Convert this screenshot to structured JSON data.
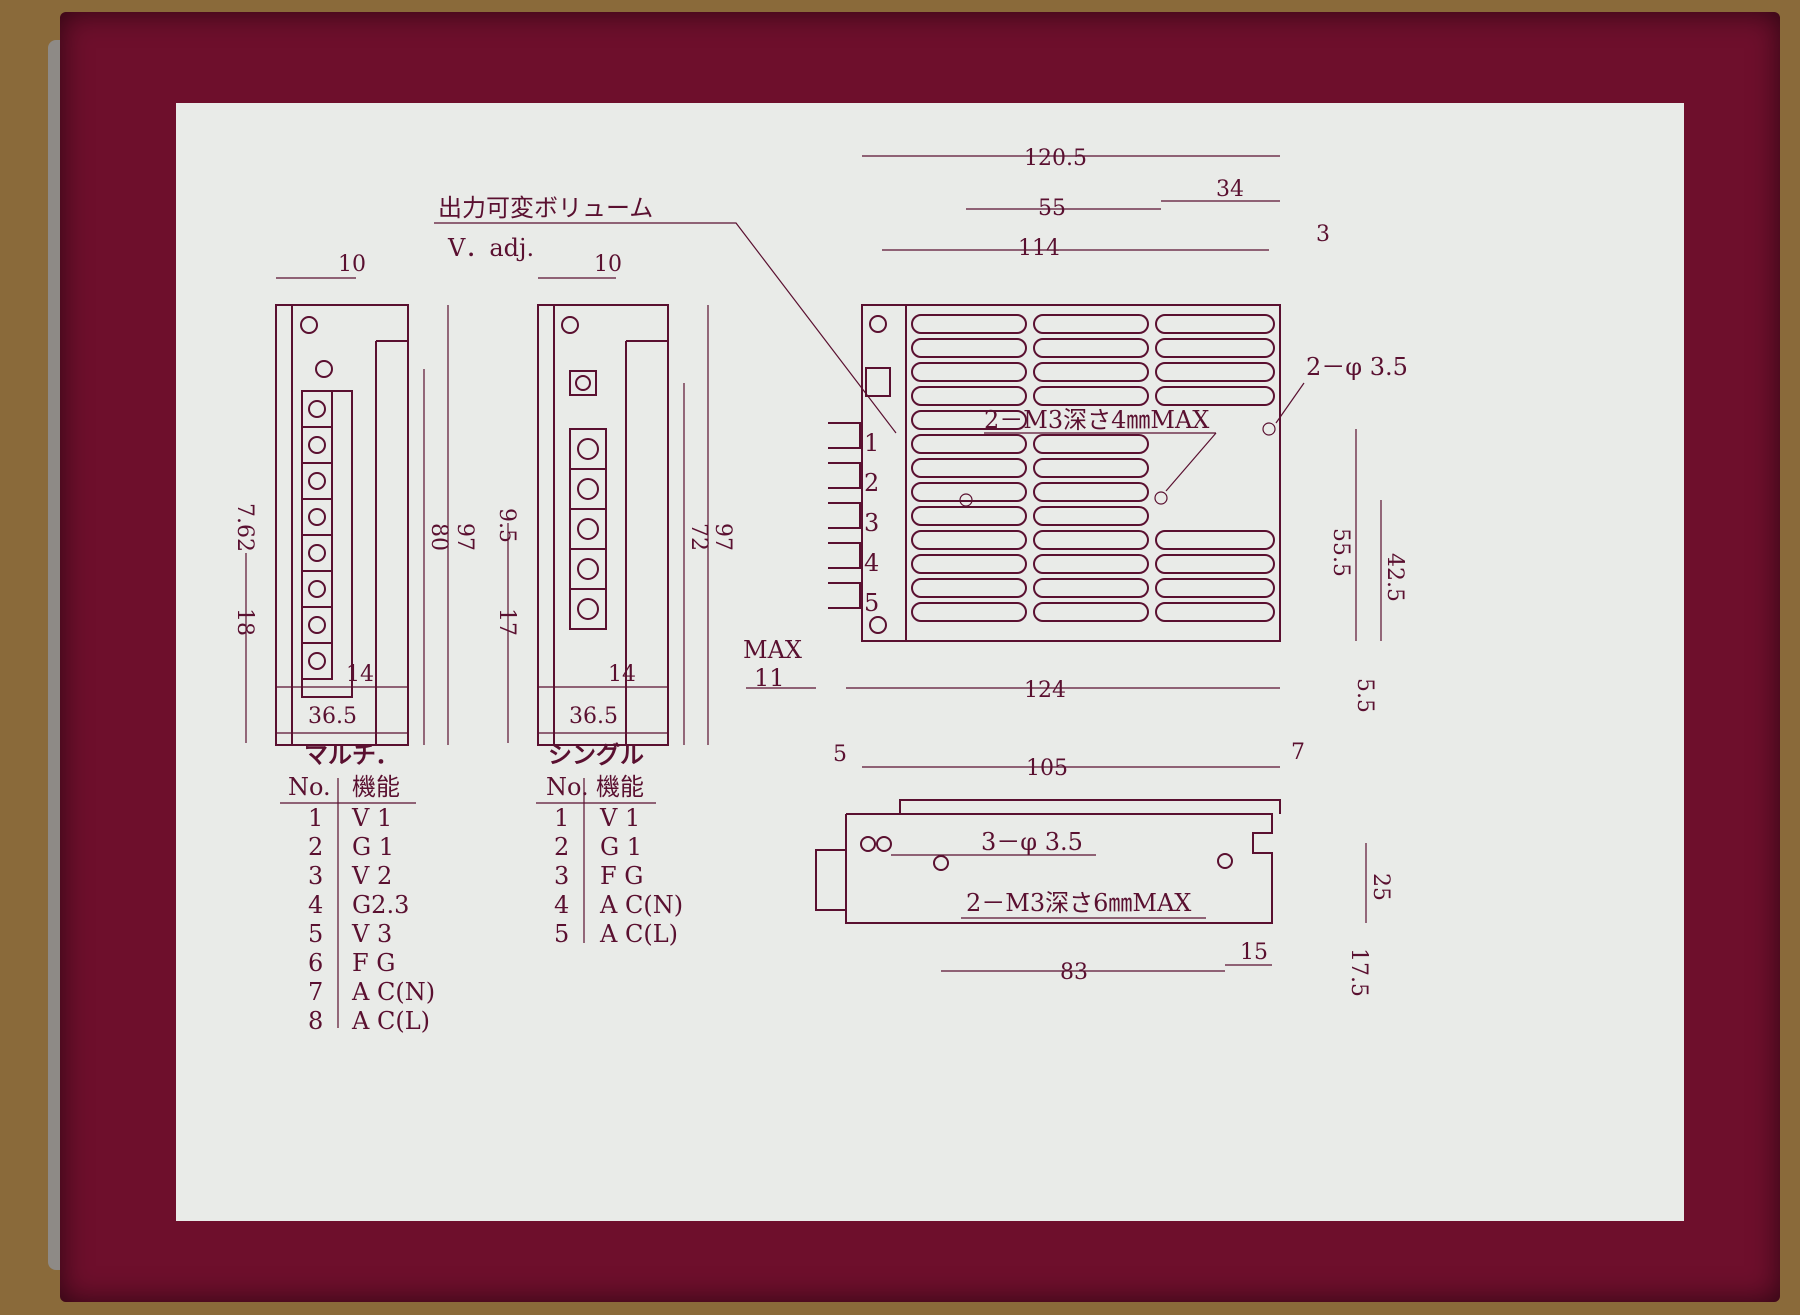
{
  "colors": {
    "box": "#6e0f2c",
    "label": "#e9ebe8",
    "ink": "#5a1030"
  },
  "callout": {
    "jp": "出力可変ボリューム",
    "en": "V．adj."
  },
  "multi_view": {
    "top": "10",
    "h97": "97",
    "h80": "80",
    "p762": "7.62",
    "p18": "18",
    "w14": "14",
    "w365": "36.5"
  },
  "single_view": {
    "top": "10",
    "h97": "97",
    "h72": "72",
    "p95": "9.5",
    "p17": "17",
    "w14": "14",
    "w365": "36.5"
  },
  "front_view": {
    "d1205": "120.5",
    "d55": "55",
    "d34": "34",
    "d114": "114",
    "d3": "3",
    "phi": "2－φ 3.5",
    "m3": "2－M3深さ4㎜MAX",
    "d555": "55.5",
    "d425": "42.5",
    "max": "MAX",
    "d11": "11",
    "d124": "124",
    "d55b": "5.5",
    "terminals": [
      "1",
      "2",
      "3",
      "4",
      "5"
    ]
  },
  "bottom_view": {
    "d5": "5",
    "d105": "105",
    "d7": "7",
    "phi": "3－φ 3.5",
    "m3": "2－M3深さ6㎜MAX",
    "d25": "25",
    "d83": "83",
    "d15": "15",
    "d175": "17.5"
  },
  "multi_table": {
    "title": "マルチ．",
    "col_no": "No.",
    "col_fn": "機能",
    "rows": [
      {
        "no": "1",
        "fn": "V 1"
      },
      {
        "no": "2",
        "fn": "G 1"
      },
      {
        "no": "3",
        "fn": "V 2"
      },
      {
        "no": "4",
        "fn": "G2.3"
      },
      {
        "no": "5",
        "fn": "V 3"
      },
      {
        "no": "6",
        "fn": "F G"
      },
      {
        "no": "7",
        "fn": "A C(N)"
      },
      {
        "no": "8",
        "fn": "A C(L)"
      }
    ]
  },
  "single_table": {
    "title": "シングル",
    "col_no": "No.",
    "col_fn": "機能",
    "rows": [
      {
        "no": "1",
        "fn": "V 1"
      },
      {
        "no": "2",
        "fn": "G 1"
      },
      {
        "no": "3",
        "fn": "F G"
      },
      {
        "no": "4",
        "fn": "A C(N)"
      },
      {
        "no": "5",
        "fn": "A C(L)"
      }
    ]
  }
}
